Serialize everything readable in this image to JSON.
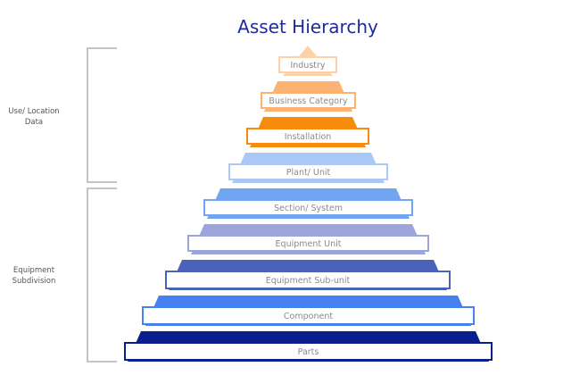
{
  "title": "Asset Hierarchy",
  "groups": [
    {
      "label_line1": "Use/ Location",
      "label_line2": "Data"
    },
    {
      "label_line1": "Equipment",
      "label_line2": "Subdivision"
    }
  ],
  "levels": [
    {
      "label": "Industry",
      "color": "#fcd2a8"
    },
    {
      "label": "Business Category",
      "color": "#fdb272"
    },
    {
      "label": "Installation",
      "color": "#f68b0c"
    },
    {
      "label": "Plant/ Unit",
      "color": "#abc9f6"
    },
    {
      "label": "Section/ System",
      "color": "#72a5f1"
    },
    {
      "label": "Equipment Unit",
      "color": "#9ca5d9"
    },
    {
      "label": "Equipment Sub-unit",
      "color": "#4a62b8"
    },
    {
      "label": "Component",
      "color": "#4581f0"
    },
    {
      "label": "Parts",
      "color": "#0b1e8e"
    }
  ]
}
